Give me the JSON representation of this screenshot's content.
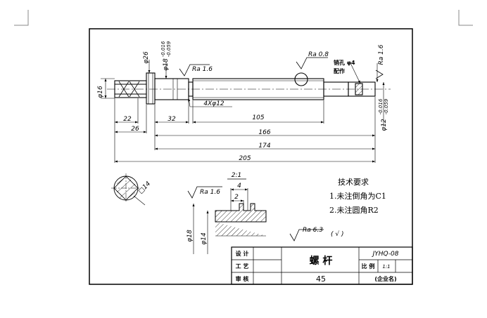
{
  "dimensions": {
    "d16": "φ16",
    "d26": "φ26",
    "d18": "φ18",
    "d18_tol_upper": "-0.016",
    "d18_tol_lower": "-0.059",
    "ra16_mid": "Ra 1.6",
    "ra08": "Ra 0.8",
    "pin_hole_line1": "销孔 φ4",
    "pin_hole_line2": "配作",
    "ra16_right": "Ra 1.6",
    "d12": "φ12",
    "d12_tol_upper": "-0.016",
    "d12_tol_lower": "-0.059",
    "len_22": "22",
    "len_26": "26",
    "len_32": "32",
    "groove": "4Xφ12",
    "len_105": "105",
    "len_166": "166",
    "len_174": "174",
    "len_205": "205"
  },
  "section": {
    "square": "□14"
  },
  "detail": {
    "scale": "2:1",
    "ra": "Ra 1.6",
    "w4": "4",
    "w2": "2",
    "d18": "φ18",
    "d14": "φ14"
  },
  "tech_req": {
    "title": "技术要求",
    "item1": "1.未注倒角为C1",
    "item2": "2.未注圆角R2"
  },
  "general_roughness": {
    "ra": "Ra 6.3",
    "paren": "( √ )"
  },
  "title_block": {
    "design": "设 计",
    "craft": "工 艺",
    "review": "审 核",
    "part_name": "螺 杆",
    "drawing_no": "JYHQ-08",
    "scale_label": "比 例",
    "scale_value": "1:1",
    "material": "45",
    "company": "(企业名)"
  }
}
